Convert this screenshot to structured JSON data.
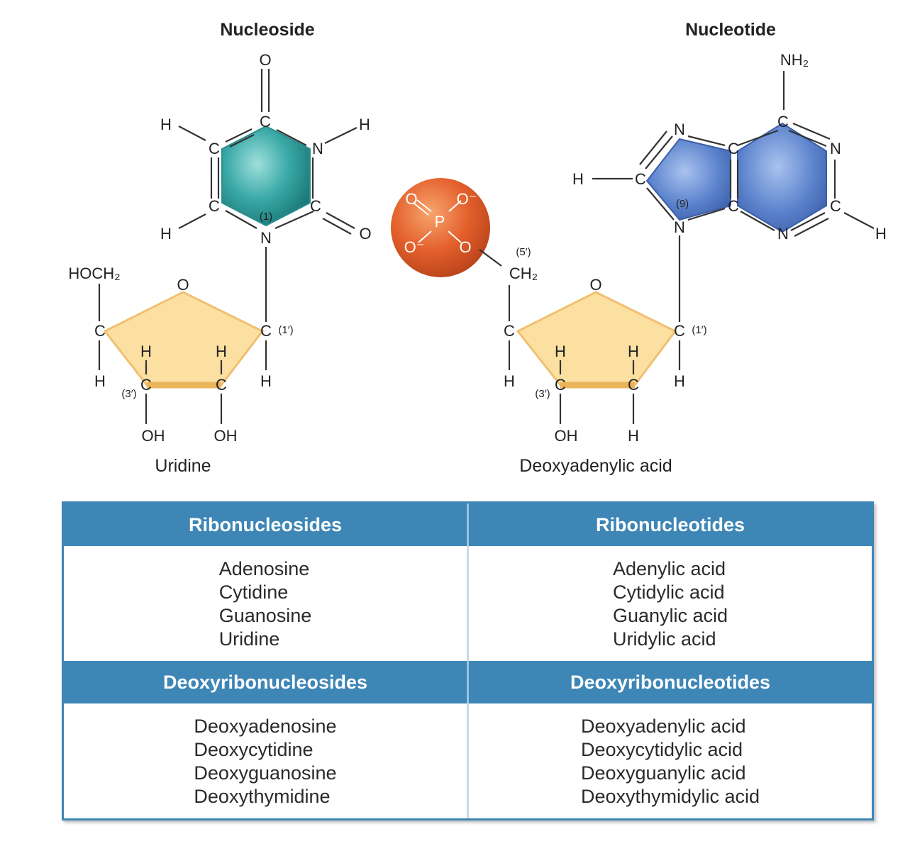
{
  "diagram": {
    "nucleoside": {
      "title": "Nucleoside",
      "caption": "Uridine",
      "base_labels": {
        "o_top": "O",
        "c_top": "C",
        "h_left_top": "H",
        "c_left_top": "C",
        "n_right": "N",
        "h_right": "H",
        "c_left_bot": "C",
        "c_right_bot": "C",
        "h_left_bot": "H",
        "n_bottom": "N",
        "o_right": "O",
        "pos": "(1)"
      },
      "sugar_labels": {
        "hoch2": "HOCH₂",
        "o_ring": "O",
        "c4": "C",
        "h4": "H",
        "c3h": "H",
        "c3": "C",
        "c3pos": "(3′)",
        "c2h": "H",
        "c2": "C",
        "c1": "C",
        "c1pos": "(1′)",
        "h1": "H",
        "oh3": "OH",
        "oh2": "OH"
      }
    },
    "nucleotide": {
      "title": "Nucleotide",
      "caption": "Deoxyadenylic acid",
      "phosphate": {
        "p": "P",
        "o_tl": "O",
        "o_tr": "O⁻",
        "o_bl": "O⁻",
        "o_br": "O"
      },
      "base_labels": {
        "nh2": "NH₂",
        "c6": "C",
        "n7": "N",
        "c5": "C",
        "n1": "N",
        "h8": "H",
        "c8": "C",
        "c4": "C",
        "c2": "C",
        "h2": "H",
        "n9": "N",
        "n3": "N",
        "pos": "(9)"
      },
      "sugar_labels": {
        "pos5": "(5′)",
        "ch2": "CH₂",
        "o_ring": "O",
        "c4": "C",
        "h4": "H",
        "c3h": "H",
        "c3": "C",
        "c3pos": "(3′)",
        "c2h": "H",
        "c2": "C",
        "c1": "C",
        "c1pos": "(1′)",
        "h1": "H",
        "oh3": "OH",
        "h2b": "H"
      }
    }
  },
  "table": {
    "sections": [
      {
        "left": {
          "header": "Ribonucleosides",
          "items": [
            "Adenosine",
            "Cytidine",
            "Guanosine",
            "Uridine"
          ]
        },
        "right": {
          "header": "Ribonucleotides",
          "items": [
            "Adenylic acid",
            "Cytidylic acid",
            "Guanylic acid",
            "Uridylic acid"
          ]
        }
      },
      {
        "left": {
          "header": "Deoxyribonucleosides",
          "items": [
            "Deoxyadenosine",
            "Deoxycytidine",
            "Deoxyguanosine",
            "Deoxythymidine"
          ]
        },
        "right": {
          "header": "Deoxyribonucleotides",
          "items": [
            "Deoxyadenylic acid",
            "Deoxycytidylic acid",
            "Deoxyguanylic acid",
            "Deoxythymidylic acid"
          ]
        }
      }
    ]
  },
  "colors": {
    "pyrimidine": "#3aa9a7",
    "purine": "#5b82cc",
    "phosphate": "#e4602c",
    "sugar": "#fbe0a2",
    "table_header": "#3d86b6"
  }
}
